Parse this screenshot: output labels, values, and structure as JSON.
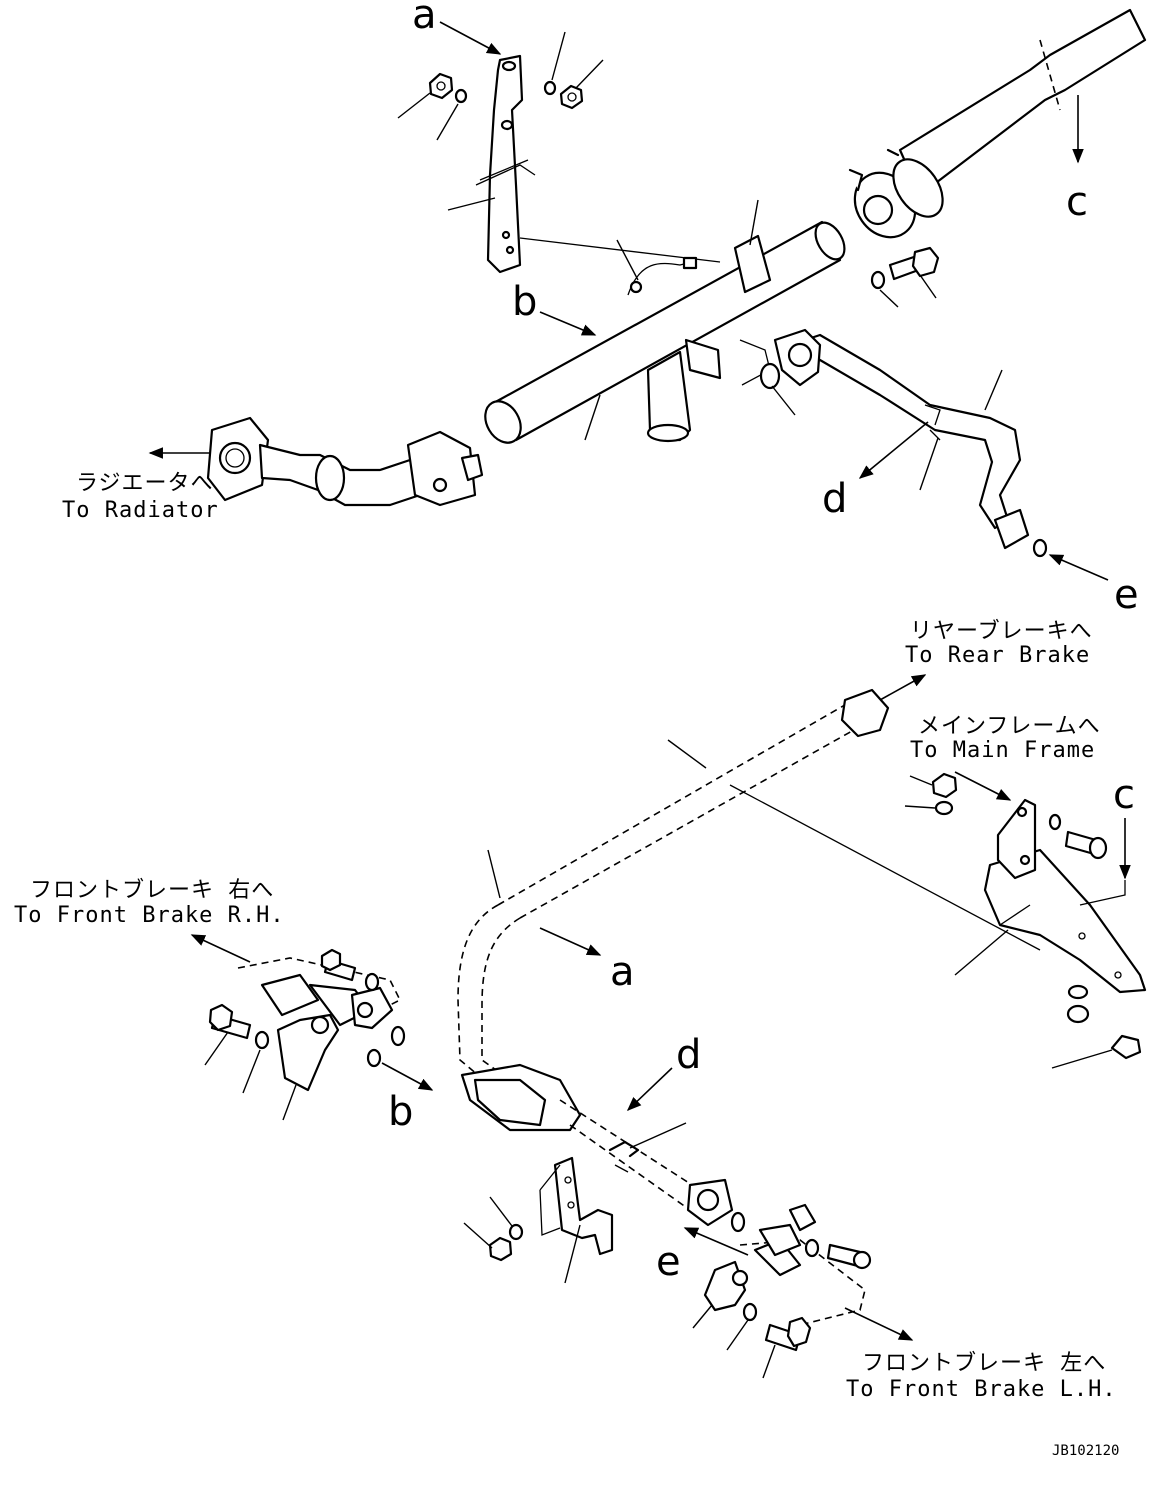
{
  "callouts": {
    "a_top": "a",
    "b_top": "b",
    "c_top": "c",
    "d_top": "d",
    "e_top": "e",
    "a_bottom": "a",
    "b_bottom": "b",
    "c_bottom": "c",
    "d_bottom": "d",
    "e_bottom": "e"
  },
  "notes": {
    "radiator_jp": "ラジエータへ",
    "radiator_en": "To Radiator",
    "rear_brake_jp": "リヤーブレーキへ",
    "rear_brake_en": "To Rear Brake",
    "main_frame_jp": "メインフレームへ",
    "main_frame_en": "To Main Frame",
    "front_rh_jp": "フロントブレーキ 右へ",
    "front_rh_en": "To Front Brake R.H.",
    "front_lh_jp": "フロントブレーキ 左へ",
    "front_lh_en": "To Front Brake L.H."
  },
  "drawing_code": "JB102120"
}
